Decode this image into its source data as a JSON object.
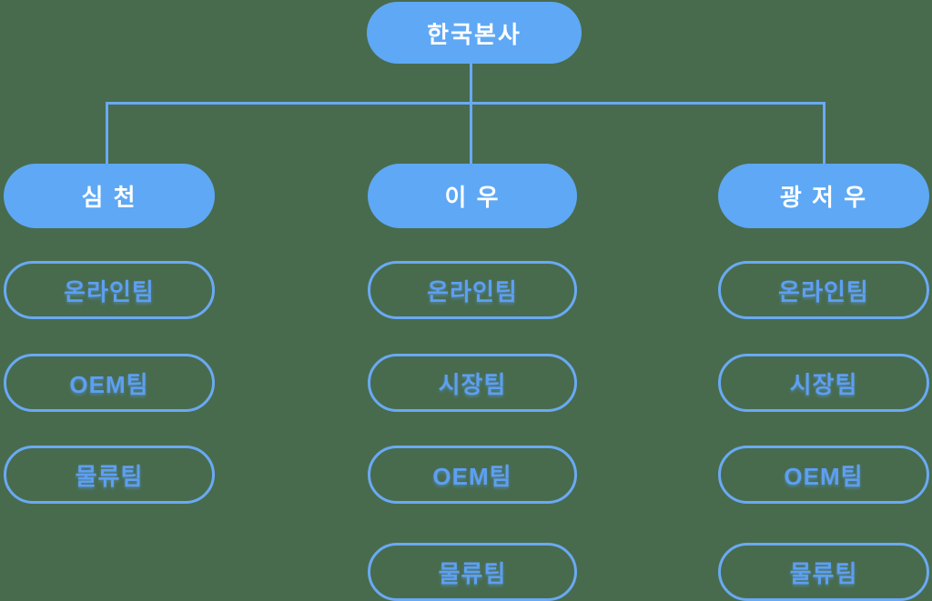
{
  "colors": {
    "background": "#486b4e",
    "node_fill": "#5ea8f5",
    "node_text": "#ffffff",
    "outline_border": "#6aa9f3",
    "outline_text": "#5d9ff2",
    "connector_line": "#6aa9f3"
  },
  "chart": {
    "type": "org-chart",
    "root": {
      "label": "한국본사"
    },
    "branches": [
      {
        "label": "심 천",
        "teams": [
          "온라인팀",
          "OEM팀",
          "물류팀"
        ]
      },
      {
        "label": "이 우",
        "teams": [
          "온라인팀",
          "시장팀",
          "OEM팀",
          "물류팀"
        ]
      },
      {
        "label": "광 저 우",
        "teams": [
          "온라인팀",
          "시장팀",
          "OEM팀",
          "물류팀"
        ]
      }
    ]
  }
}
